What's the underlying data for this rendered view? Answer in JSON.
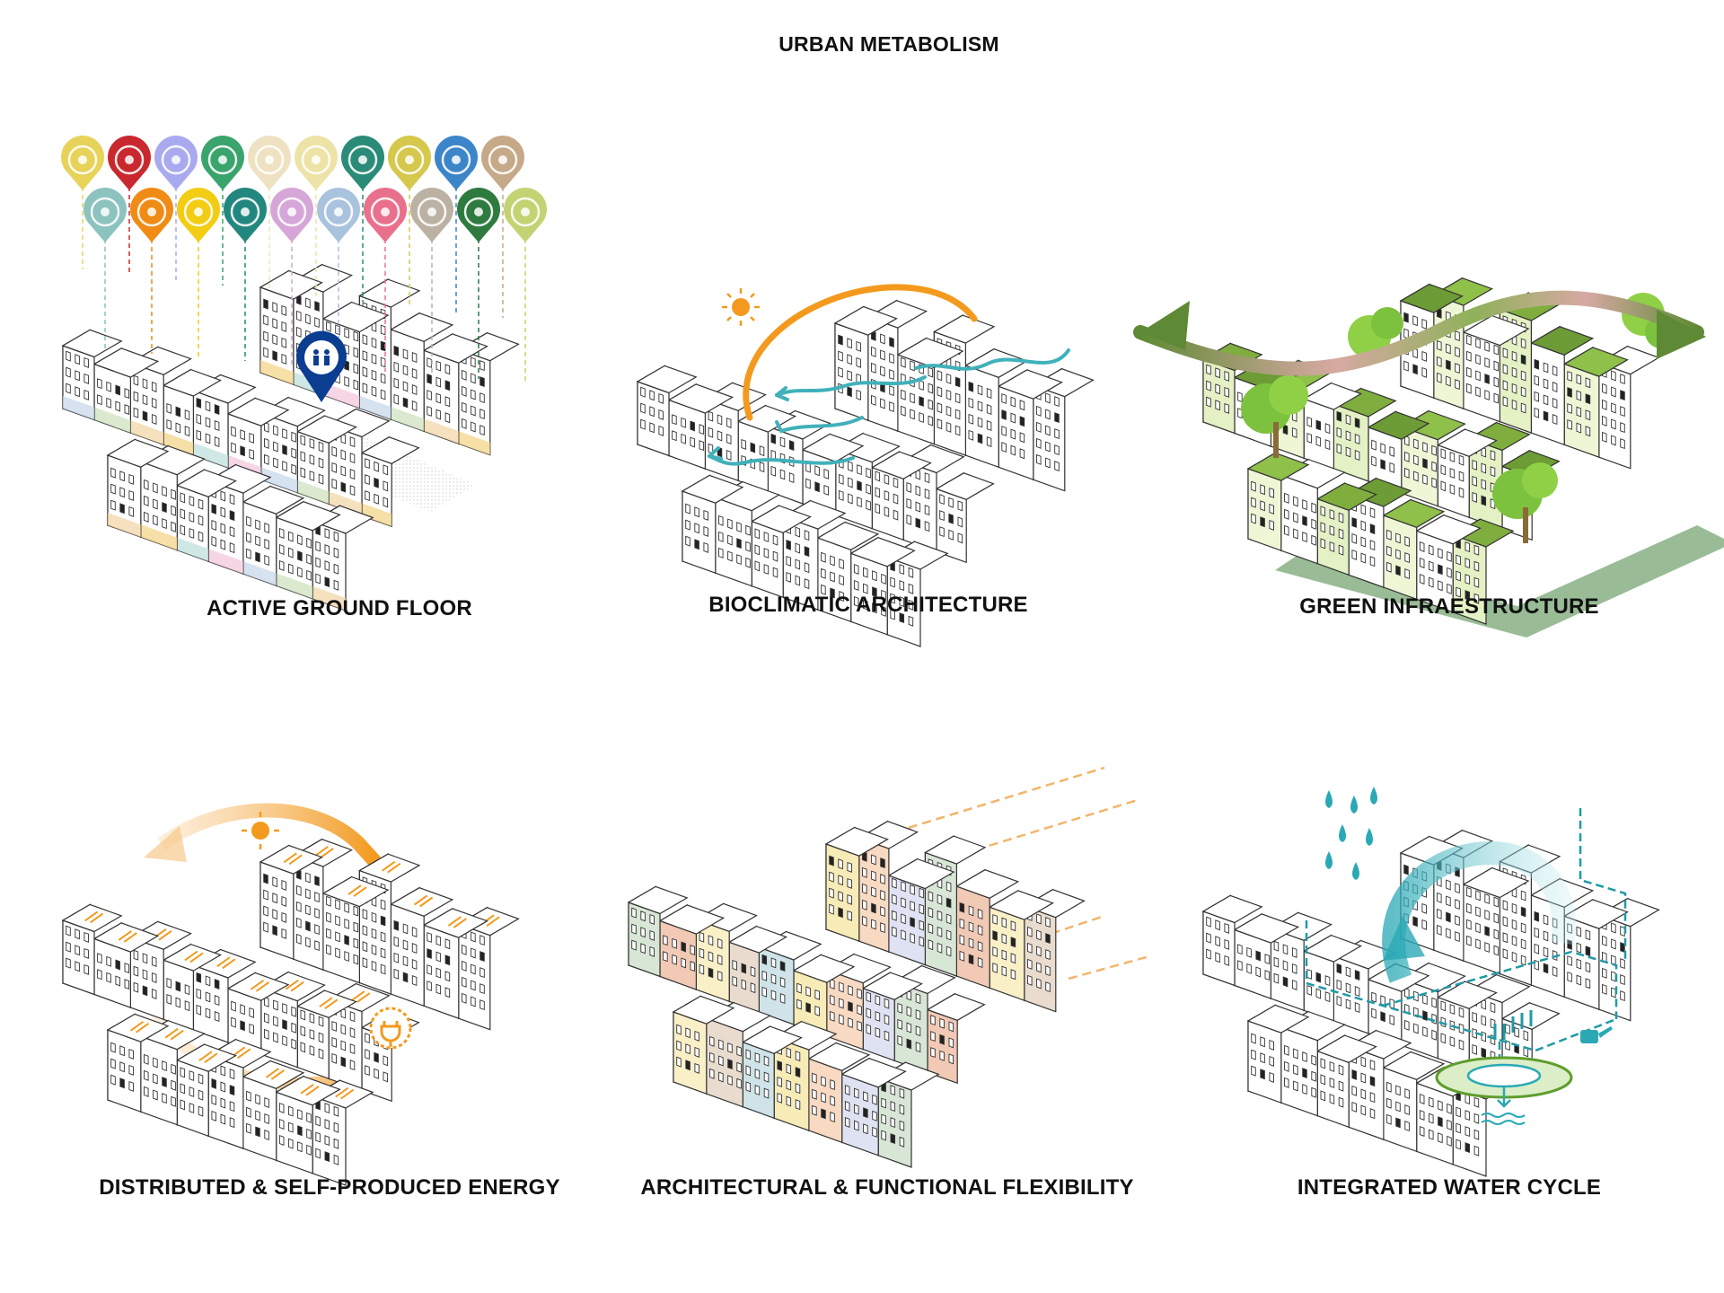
{
  "title": "URBAN METABOLISM",
  "panels": [
    {
      "label": "ACTIVE GROUND FLOOR"
    },
    {
      "label": "BIOCLIMATIC ARCHITECTURE"
    },
    {
      "label": "GREEN INFRAESTRUCTURE"
    },
    {
      "label": "DISTRIBUTED & SELF-PRODUCED ENERGY"
    },
    {
      "label": "ARCHITECTURAL & FUNCTIONAL FLEXIBILITY"
    },
    {
      "label": "INTEGRATED WATER CYCLE"
    }
  ],
  "pins_row1": [
    {
      "icon": "restaurant-icon",
      "color": "#e8d35a"
    },
    {
      "icon": "health-cross-icon",
      "color": "#c8282e"
    },
    {
      "icon": "repair-tools-icon",
      "color": "#a9a9ef"
    },
    {
      "icon": "fruit-market-icon",
      "color": "#3aa46d"
    },
    {
      "icon": "education-icon",
      "color": "#efe2c2"
    },
    {
      "icon": "care-hands-icon",
      "color": "#eee3a6"
    },
    {
      "icon": "jewelry-icon",
      "color": "#2a8b78"
    },
    {
      "icon": "laundry-icon",
      "color": "#d6c84d"
    },
    {
      "icon": "sewing-icon",
      "color": "#3c85c9"
    },
    {
      "icon": "elderly-home-icon",
      "color": "#c6a988"
    }
  ],
  "pins_row2": [
    {
      "icon": "cafe-icon",
      "color": "#8cc3bf"
    },
    {
      "icon": "library-icon",
      "color": "#f08b16"
    },
    {
      "icon": "veterinary-icon",
      "color": "#f2cd13"
    },
    {
      "icon": "school-icon",
      "color": "#24877f"
    },
    {
      "icon": "theater-icon",
      "color": "#d6a6d8"
    },
    {
      "icon": "arts-music-icon",
      "color": "#a9c3df"
    },
    {
      "icon": "shopping-cart-icon",
      "color": "#e9708c"
    },
    {
      "icon": "bank-icon",
      "color": "#bcb2a3"
    },
    {
      "icon": "bike-repair-icon",
      "color": "#2f7a3e"
    },
    {
      "icon": "garden-flower-icon",
      "color": "#c3d373"
    }
  ],
  "colors": {
    "energy": "#f3a73a",
    "water": "#2aa9b5",
    "green": "#6aa33a",
    "roof_green": "#7fae3e",
    "active_blue": "#0b3d91"
  }
}
